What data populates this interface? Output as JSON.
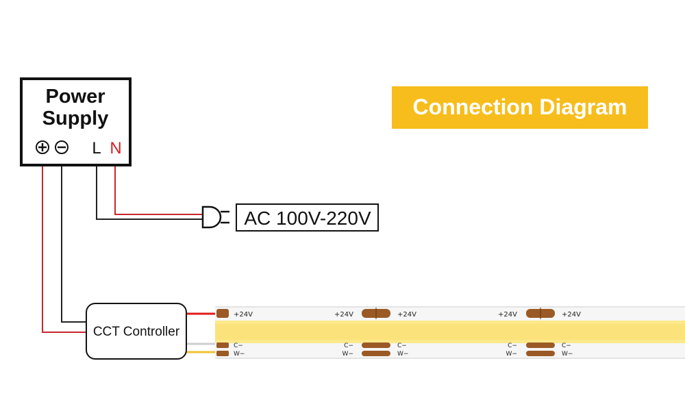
{
  "banner": {
    "title": "Connection Diagram"
  },
  "power_supply": {
    "title_line1": "Power",
    "title_line2": "Supply",
    "terminal_l": "L",
    "terminal_n": "N"
  },
  "ac_input": {
    "label": "AC 100V-220V"
  },
  "controller": {
    "label": "CCT Controller"
  },
  "strip": {
    "pad_top_label": "+24V",
    "pad_mid_label": "C−",
    "pad_bottom_label": "W−"
  },
  "colors": {
    "banner": "#f7bd1c",
    "red_wire": "#c8262d",
    "black_wire": "#222222",
    "yellow_wire": "#f1c232",
    "led_strip": "#fde88a",
    "copper_pad": "#9b5a25",
    "n_terminal": "#d42027"
  }
}
